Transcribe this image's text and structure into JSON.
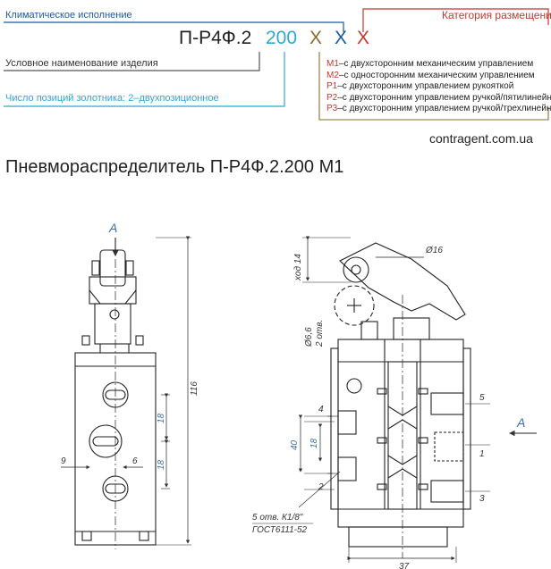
{
  "legend": {
    "climate_label": "Климатическое исполнение",
    "code_base": "П-Р4Ф.2",
    "code_200": "200",
    "code_x1": "X",
    "code_x2": "X",
    "code_x3": "X",
    "category_label": "Категория размещения",
    "name_label": "Условное наименование изделия",
    "positions_label": "Число позиций золотника: 2–двухпозиционное",
    "options": [
      {
        "code": "М1",
        "text": "–с двухсторонним механическим управлением"
      },
      {
        "code": "М2",
        "text": "–с односторонним механическим управлением"
      },
      {
        "code": "Р1",
        "text": "–с двухсторонним управлением рукояткой"
      },
      {
        "code": "Р2",
        "text": "–с двухсторонним управлением ручкой/пятилинейный"
      },
      {
        "code": "Р3",
        "text": "–с двухсторонним управлением ручкой/трехлинейный"
      }
    ],
    "colors": {
      "blue": "#1a5a9c",
      "cyan": "#2aa8d8",
      "red": "#c0392b",
      "olive": "#8a6b2a"
    }
  },
  "site": "contragent.com.ua",
  "title": "Пневмораспределитель П-Р4Ф.2.200 М1",
  "drawing": {
    "view_label_left": "А",
    "view_label_right": "А",
    "dim_116": "116",
    "dim_18a": "18",
    "dim_18b": "18",
    "dim_9": "9",
    "dim_6": "6",
    "dim_stroke": "ход 14",
    "dim_d16": "Ø16",
    "dim_d66": "Ø6,6",
    "dim_2holes": "2 отв.",
    "dim_4": "4",
    "dim_40": "40",
    "dim_18c": "18",
    "dim_2": "2",
    "dim_5holes": "5 отв. К1/8\"",
    "dim_gost": "ГОСТ6111-52",
    "dim_37": "37",
    "port_5": "5",
    "port_1": "1",
    "port_3": "3"
  }
}
